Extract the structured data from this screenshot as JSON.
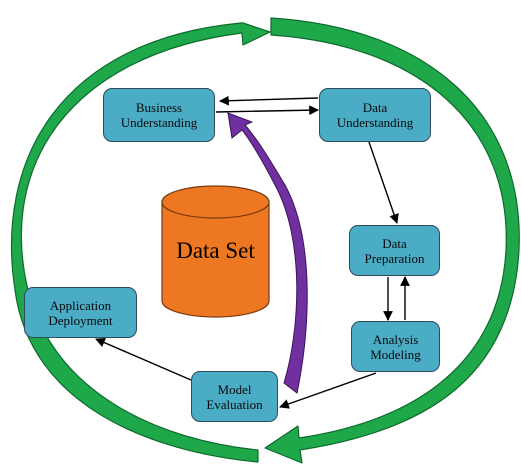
{
  "colors": {
    "cycle_arrow": "#1ea84a",
    "cycle_arrow_dark": "#0d6a2c",
    "node_fill": "#4bacc6",
    "cylinder_fill": "#ee7722",
    "feedback_arrow": "#7030a0"
  },
  "nodes": {
    "business": "Business\nUnderstanding",
    "data_understanding": "Data\nUnderstanding",
    "data_preparation": "Data\nPreparation",
    "analysis_modeling": "Analysis\nModeling",
    "model_evaluation": "Model\nEvaluation",
    "application_deployment": "Application\nDeployment"
  },
  "dataset": {
    "label": "Data Set"
  },
  "edges": [
    {
      "from": "business",
      "to": "data_understanding"
    },
    {
      "from": "data_understanding",
      "to": "business"
    },
    {
      "from": "data_understanding",
      "to": "data_preparation"
    },
    {
      "from": "data_preparation",
      "to": "analysis_modeling"
    },
    {
      "from": "analysis_modeling",
      "to": "data_preparation"
    },
    {
      "from": "analysis_modeling",
      "to": "model_evaluation"
    },
    {
      "from": "model_evaluation",
      "to": "application_deployment"
    },
    {
      "from": "model_evaluation",
      "to": "business"
    }
  ]
}
